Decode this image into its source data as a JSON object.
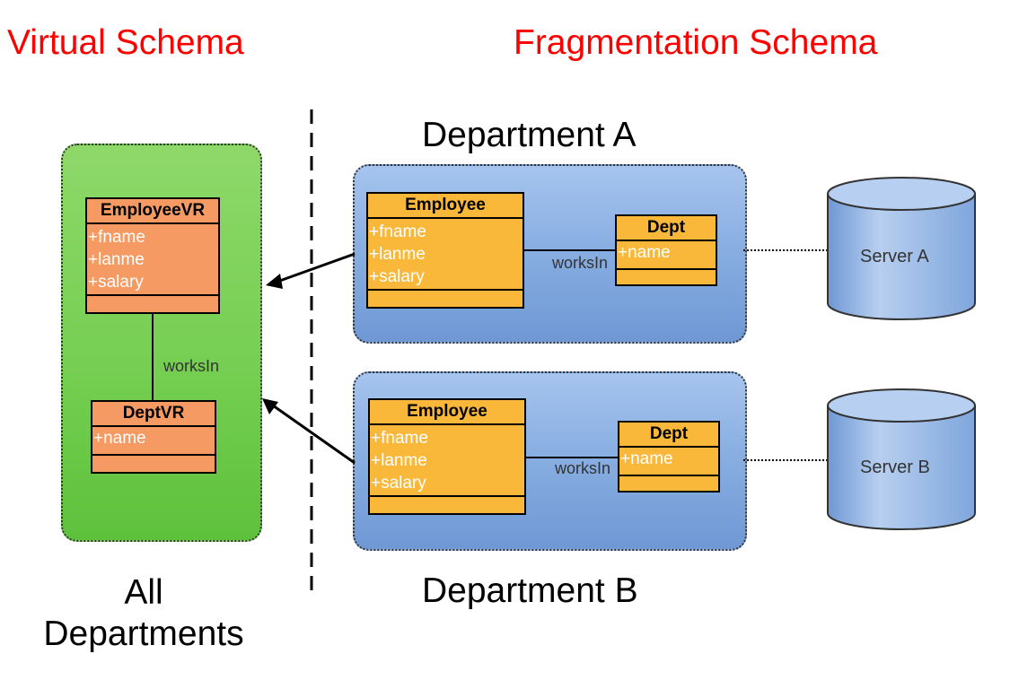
{
  "headings": {
    "virtual_schema": "Virtual Schema",
    "fragmentation_schema": "Fragmentation Schema"
  },
  "captions": {
    "department_a": "Department A",
    "department_b": "Department B",
    "all_departments_line1": "All",
    "all_departments_line2": "Departments"
  },
  "virtual": {
    "employee": {
      "title": "EmployeeVR",
      "attrs": [
        "+fname",
        "+lanme",
        "+salary"
      ]
    },
    "dept": {
      "title": "DeptVR",
      "attrs": [
        "+name"
      ]
    },
    "association": "worksIn"
  },
  "department_a": {
    "employee": {
      "title": "Employee",
      "attrs": [
        "+fname",
        "+lanme",
        "+salary"
      ]
    },
    "dept": {
      "title": "Dept",
      "attrs": [
        "+name"
      ]
    },
    "association": "worksIn",
    "server": "Server A"
  },
  "department_b": {
    "employee": {
      "title": "Employee",
      "attrs": [
        "+fname",
        "+lanme",
        "+salary"
      ]
    },
    "dept": {
      "title": "Dept",
      "attrs": [
        "+name"
      ]
    },
    "association": "worksIn",
    "server": "Server B"
  },
  "colors": {
    "heading": "#ff0000",
    "virtual_panel": "#76cf52",
    "fragment_panel": "#89afe2",
    "virtual_class": "#f59a63",
    "fragment_class": "#f9b83a",
    "server": "#8fb2e2"
  }
}
